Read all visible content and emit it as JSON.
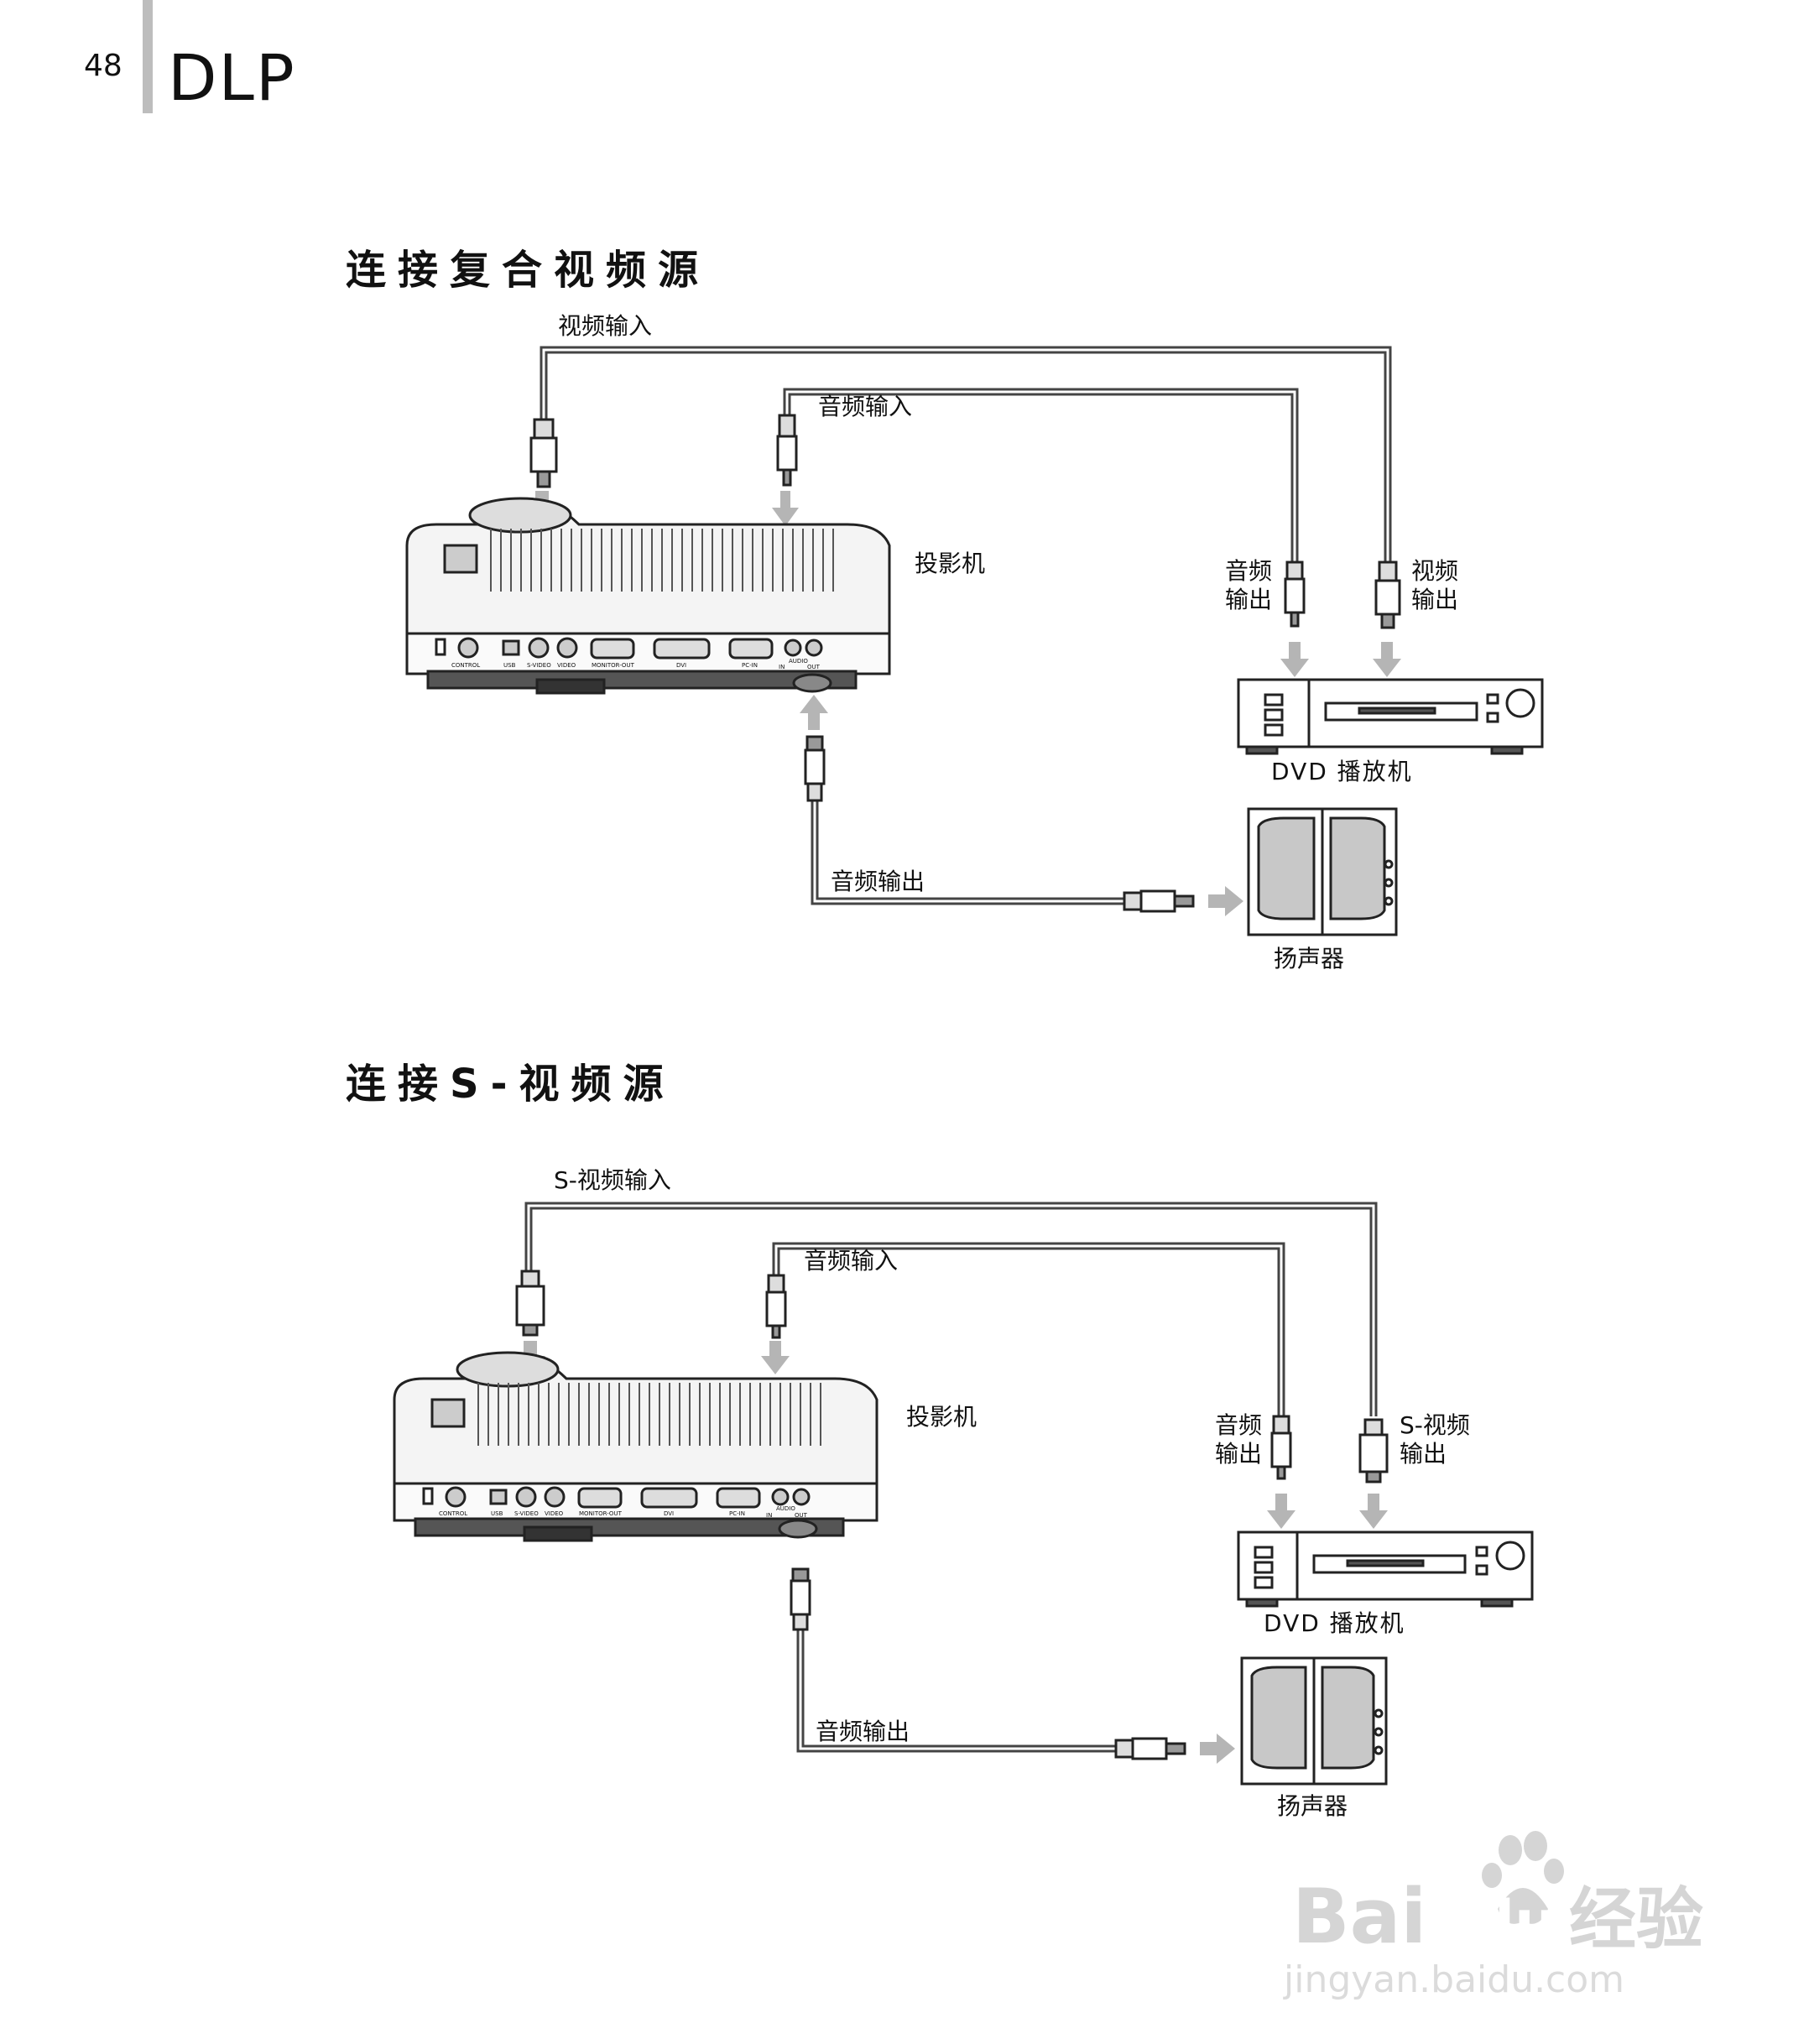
{
  "header": {
    "page_number": "48",
    "title": "DLP"
  },
  "section1": {
    "title": "连接复合视频源",
    "video_in": "视频输入",
    "audio_in": "音频输入",
    "projector": "投影机",
    "audio_out_1": "音频",
    "audio_out_2": "输出",
    "video_out_1": "视频",
    "video_out_2": "输出",
    "dvd": "DVD 播放机",
    "audio_out": "音频输出",
    "speaker": "扬声器"
  },
  "section2": {
    "title": "连接S-视频源",
    "video_in": "S-视频输入",
    "audio_in": "音频输入",
    "projector": "投影机",
    "audio_out_1": "音频",
    "audio_out_2": "输出",
    "video_out_1": "S-视频",
    "video_out_2": "输出",
    "dvd": "DVD 播放机",
    "audio_out": "音频输出",
    "speaker": "扬声器"
  },
  "ports": {
    "control": "CONTROL",
    "usb": "USB",
    "svideo": "S-VIDEO",
    "video": "VIDEO",
    "monitor_out": "MONITOR-OUT",
    "dvi": "DVI",
    "pc_in": "PC-IN",
    "audio": "AUDIO",
    "in": "IN",
    "out": "OUT"
  },
  "watermark": {
    "brand": "Bai",
    "brand2": "du",
    "cn": "经验",
    "url": "jingyan.baidu.com"
  },
  "colors": {
    "arrow": "#b5b5b5",
    "cable": "#444444",
    "panel": "#e8e8e8"
  }
}
